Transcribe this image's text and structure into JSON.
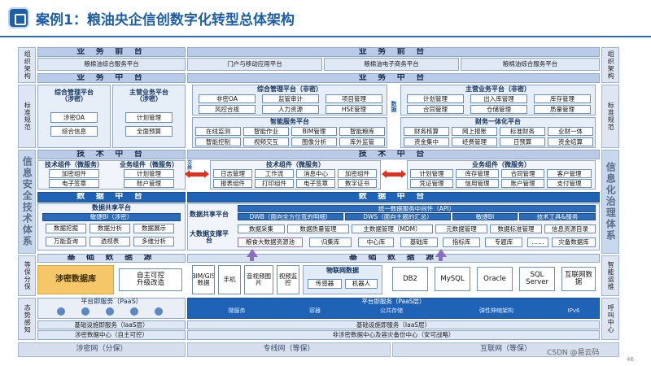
{
  "title": "案例1：粮油央企信创数字化转型总体架构",
  "page_number": "46",
  "watermark": "CSDN @易云码",
  "left_labels": {
    "org": "组织架构",
    "std": "标准规范",
    "sec": "信息安全技术体系",
    "grade": "等保分保",
    "sense": "态势感知"
  },
  "right_labels": {
    "org": "组织架构",
    "std": "标准规范",
    "gov": "信息化治理体系",
    "ops": "智能运维",
    "call": "呼叫中心"
  },
  "bands": {
    "biz_front": "业 务 前 台",
    "biz_mid": "业 务 中 台",
    "tech_mid": "技 术 中 台",
    "data_mid": "数 据 中 台",
    "data_src": "基 础 数 据 源"
  },
  "front_items": {
    "left": "粮棉油综合服务平台",
    "mid1": "门户与移动应用平台",
    "mid2": "粮棉油电子商务平台",
    "right": "粮棉油综合服务平台"
  },
  "secret_biz": {
    "p1_title": "综合管理平台\n（涉密）",
    "p1_items": [
      "涉密OA",
      "综合信息"
    ],
    "p2_title": "主营业务平台\n（涉密）",
    "p2_items": [
      "计划管理",
      "全面预算"
    ]
  },
  "mgmt_platform": {
    "title": "综合管理平台（非密）",
    "items": [
      "非密OA",
      "监管审计",
      "项目管理",
      "风控合规",
      "人力资源",
      "HSE管理"
    ]
  },
  "smart_platform": {
    "title": "智能服务平台",
    "items": [
      "在线监测",
      "智能作业",
      "BIM管理",
      "智能粮库",
      "智能控制",
      "视频交互",
      "图像分析",
      "库外监管"
    ]
  },
  "main_biz": {
    "title": "主营业务平台（非密）",
    "items": [
      "计划管理",
      "出入库管理",
      "库存管理",
      "合同管理",
      "仓储管理",
      "质量管理"
    ]
  },
  "finance": {
    "title": "财务一体化平台",
    "items": [
      "财务核算",
      "网上报账",
      "标准财务",
      "业财一体",
      "资金集中",
      "经费管理",
      "日预算",
      "资金结算"
    ]
  },
  "mid_side_label": "数据",
  "tech_secret": {
    "t1": "技术组件（微服务）",
    "t2": "业务组件（微服务）",
    "items1": [
      "加密组件",
      "电子签章"
    ],
    "items2": [
      "计划管理",
      "账户管理"
    ]
  },
  "tech_comp": {
    "title": "技术组件（微服务）",
    "items": [
      "日志管理",
      "工作流",
      "消息中心",
      "加密组件",
      "报表组件",
      "打印组件",
      "电子签章",
      "数字证书"
    ]
  },
  "biz_comp": {
    "title": "业务组件（微服务）",
    "items": [
      "计划管理",
      "库存管理",
      "合同管理",
      "客户管理",
      "凭证管理",
      "信用管理",
      "账户管理",
      "支付管理"
    ]
  },
  "exchange_label": "交换",
  "data_secret": {
    "share": "数据共享平台",
    "bi": "敏捷BI（涉密）",
    "items": [
      "数据挖掘",
      "数据分析",
      "数据展示",
      "万能查询",
      "透视表",
      "多维分析"
    ]
  },
  "data_nonsecret": {
    "share_label": "数据共享平台",
    "support_label": "大数据支撑平台",
    "api_bar": "统一数据服务中间件（API）",
    "dwb": "DWB（面向全方位宽的明细）",
    "dws": "DWS（面向主题的汇总）",
    "bi": "敏捷BI",
    "tools": "技术工具&服务",
    "row2": [
      "数据采集",
      "数据质量管理",
      "主数据管理（MDM）",
      "元数据管理",
      "数据标准管理",
      "信息资源目录"
    ],
    "row3": [
      "粮食大数据资源池",
      "归集库",
      "中心库",
      "基础库",
      "指标库",
      "专题库",
      "……",
      "灾备数据库"
    ]
  },
  "secret_db": "涉密数据库",
  "self_control": "自主可控\n升级改造",
  "sources_left": [
    "BIM/GIS数据",
    "手机",
    "音视频图片",
    "视频监控"
  ],
  "iot": {
    "title": "物联网数据",
    "items": [
      "传感器",
      "机器人"
    ]
  },
  "sources_right": [
    "DB2",
    "MySQL",
    "Oracle",
    "SQL Server",
    "互联网数据"
  ],
  "paas_left": "平台即服务（PaaS）",
  "paas_right": "平台即服务（PaaS层）",
  "paas_icons_right": [
    "微服务",
    "容器",
    "公共存储",
    "弹性伸缩架构",
    "IPv6"
  ],
  "iaas_left": "基础设施即服务（IaaS层）",
  "iaas_right": "基础设施即服务（IaaS层）",
  "dc_left": "涉密数据中心（自主可控）",
  "dc_right": "非涉密数据中心及容灾备份中心（安可战略）",
  "networks": [
    "涉密网（分保）",
    "专线网（等保）",
    "互联网（等保）"
  ],
  "colors": {
    "accent": "#1d5fa8",
    "band_dark": "#1f63b6",
    "arrow": "#e0301e"
  }
}
